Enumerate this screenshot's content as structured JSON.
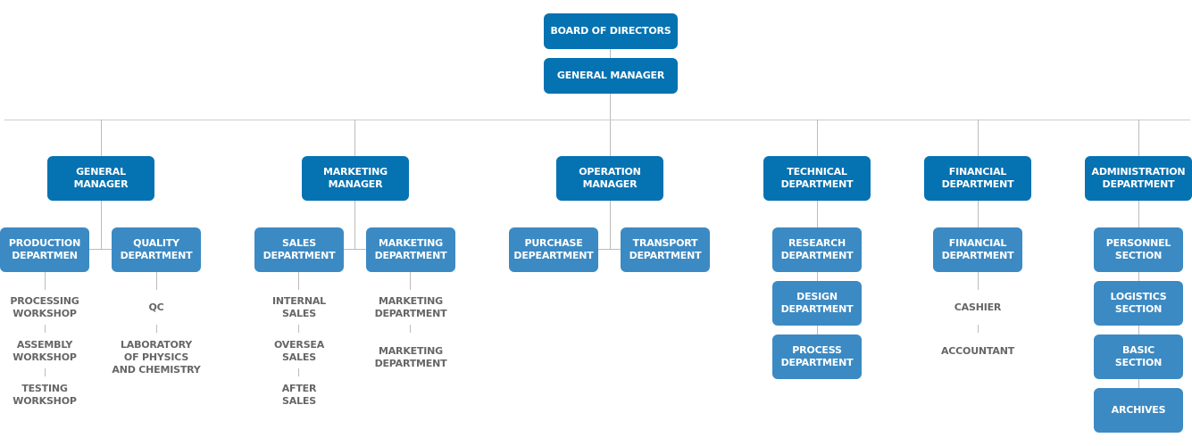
{
  "top": {
    "board": "BOARD OF DIRECTORS",
    "gm": "GENERAL MANAGER"
  },
  "managers": [
    "GENERAL\nMANAGER",
    "MARKETING\nMANAGER",
    "OPERATION\nMANAGER",
    "TECHNICAL\nDEPARTMENT",
    "FINANCIAL\nDEPARTMENT",
    "ADMINISTRATION\nDEPARTMENT"
  ],
  "gm_branch": {
    "production": "PRODUCTION\nDEPARTMEN",
    "quality": "QUALITY\nDEPARTMENT",
    "production_items": [
      "PROCESSING\nWORKSHOP",
      "ASSEMBLY\nWORKSHOP",
      "TESTING\nWORKSHOP"
    ],
    "quality_items": [
      "QC",
      "LABORATORY\nOF PHYSICS\nAND CHEMISTRY"
    ]
  },
  "mm_branch": {
    "sales": "SALES\nDEPARTMENT",
    "marketing": "MARKETING\nDEPARTMENT",
    "sales_items": [
      "INTERNAL\nSALES",
      "OVERSEA\nSALES",
      "AFTER\nSALES"
    ],
    "marketing_items": [
      "MARKETING\nDEPARTMENT",
      "MARKETING\nDEPARTMENT"
    ]
  },
  "om_branch": {
    "purchase": "PURCHASE\nDEPEARTMENT",
    "transport": "TRANSPORT\nDEPARTMENT"
  },
  "tech_branch": [
    "RESEARCH\nDEPARTMENT",
    "DESIGN\nDEPARTMENT",
    "PROCESS\nDEPARTMENT"
  ],
  "fin_branch": {
    "dept": "FINANCIAL\nDEPARTMENT",
    "items": [
      "CASHIER",
      "ACCOUNTANT"
    ]
  },
  "admin_branch": [
    "PERSONNEL\nSECTION",
    "LOGISTICS\nSECTION",
    "BASIC\nSECTION",
    "ARCHIVES"
  ]
}
